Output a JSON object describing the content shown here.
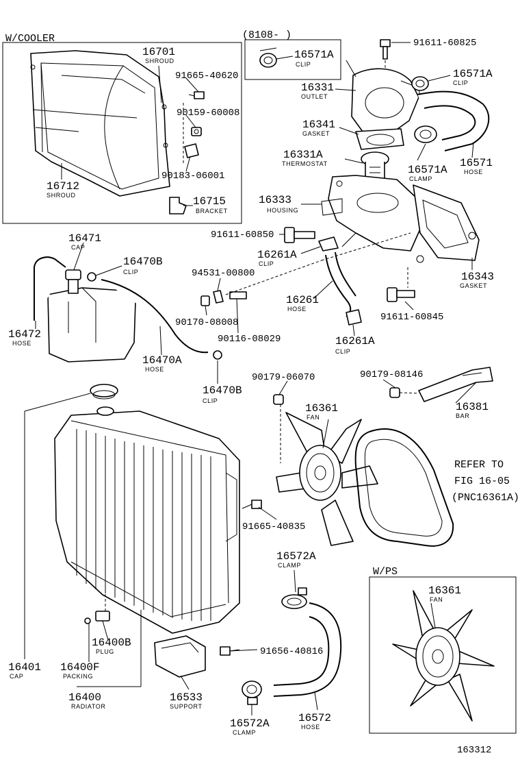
{
  "boxes": {
    "cooler": "W/COOLER",
    "date_range": "(8108-     )",
    "ps": "W/PS"
  },
  "parts": [
    {
      "id": "p16701",
      "number": "16701",
      "name": "SHROUD"
    },
    {
      "id": "p91665_40620",
      "number": "91665-40620",
      "name": ""
    },
    {
      "id": "p90159_60008",
      "number": "90159-60008",
      "name": ""
    },
    {
      "id": "p90183_06001",
      "number": "90183-06001",
      "name": ""
    },
    {
      "id": "p16712",
      "number": "16712",
      "name": "SHROUD"
    },
    {
      "id": "p16715",
      "number": "16715",
      "name": "BRACKET"
    },
    {
      "id": "p16571A_a",
      "number": "16571A",
      "name": "CLIP"
    },
    {
      "id": "p91611_60825",
      "number": "91611-60825",
      "name": ""
    },
    {
      "id": "p16571A_b",
      "number": "16571A",
      "name": "CLIP"
    },
    {
      "id": "p16331",
      "number": "16331",
      "name": "OUTLET"
    },
    {
      "id": "p16341",
      "number": "16341",
      "name": "GASKET"
    },
    {
      "id": "p16331A",
      "number": "16331A",
      "name": "THERMOSTAT"
    },
    {
      "id": "p16571A_c",
      "number": "16571A",
      "name": "CLAMP"
    },
    {
      "id": "p16571",
      "number": "16571",
      "name": "HOSE"
    },
    {
      "id": "p16333",
      "number": "16333",
      "name": "HOUSING"
    },
    {
      "id": "p91611_60850",
      "number": "91611-60850",
      "name": ""
    },
    {
      "id": "p16261A_a",
      "number": "16261A",
      "name": "CLIP"
    },
    {
      "id": "p16343",
      "number": "16343",
      "name": "GASKET"
    },
    {
      "id": "p16471",
      "number": "16471",
      "name": "CAP"
    },
    {
      "id": "p16470B_a",
      "number": "16470B",
      "name": "CLIP"
    },
    {
      "id": "p94531_00800",
      "number": "94531-00800",
      "name": ""
    },
    {
      "id": "p16261",
      "number": "16261",
      "name": "HOSE"
    },
    {
      "id": "p91611_60845",
      "number": "91611-60845",
      "name": ""
    },
    {
      "id": "p16472",
      "number": "16472",
      "name": "HOSE"
    },
    {
      "id": "p90170_08008",
      "number": "90170-08008",
      "name": ""
    },
    {
      "id": "p90116_08029",
      "number": "90116-08029",
      "name": ""
    },
    {
      "id": "p16261A_b",
      "number": "16261A",
      "name": "CLIP"
    },
    {
      "id": "p16470A",
      "number": "16470A",
      "name": "HOSE"
    },
    {
      "id": "p16470B_b",
      "number": "16470B",
      "name": "CLIP"
    },
    {
      "id": "p90179_06070",
      "number": "90179-06070",
      "name": ""
    },
    {
      "id": "p90179_08146",
      "number": "90179-08146",
      "name": ""
    },
    {
      "id": "p16361_a",
      "number": "16361",
      "name": "FAN"
    },
    {
      "id": "p16381",
      "number": "16381",
      "name": "BAR"
    },
    {
      "id": "p91665_40835",
      "number": "91665-40835",
      "name": ""
    },
    {
      "id": "p16572A_a",
      "number": "16572A",
      "name": "CLAMP"
    },
    {
      "id": "p16361_b",
      "number": "16361",
      "name": "FAN"
    },
    {
      "id": "p16400B",
      "number": "16400B",
      "name": "PLUG"
    },
    {
      "id": "p91656_40816",
      "number": "91656-40816",
      "name": ""
    },
    {
      "id": "p16401",
      "number": "16401",
      "name": "CAP"
    },
    {
      "id": "p16400F",
      "number": "16400F",
      "name": "PACKING"
    },
    {
      "id": "p16400",
      "number": "16400",
      "name": "RADIATOR"
    },
    {
      "id": "p16533",
      "number": "16533",
      "name": "SUPPORT"
    },
    {
      "id": "p16572A_b",
      "number": "16572A",
      "name": "CLAMP"
    },
    {
      "id": "p16572",
      "number": "16572",
      "name": "HOSE"
    }
  ],
  "refer": {
    "line1": "REFER TO",
    "line2": "FIG 16-05",
    "line3": "(PNC16361A)"
  },
  "figure_code": "163312"
}
